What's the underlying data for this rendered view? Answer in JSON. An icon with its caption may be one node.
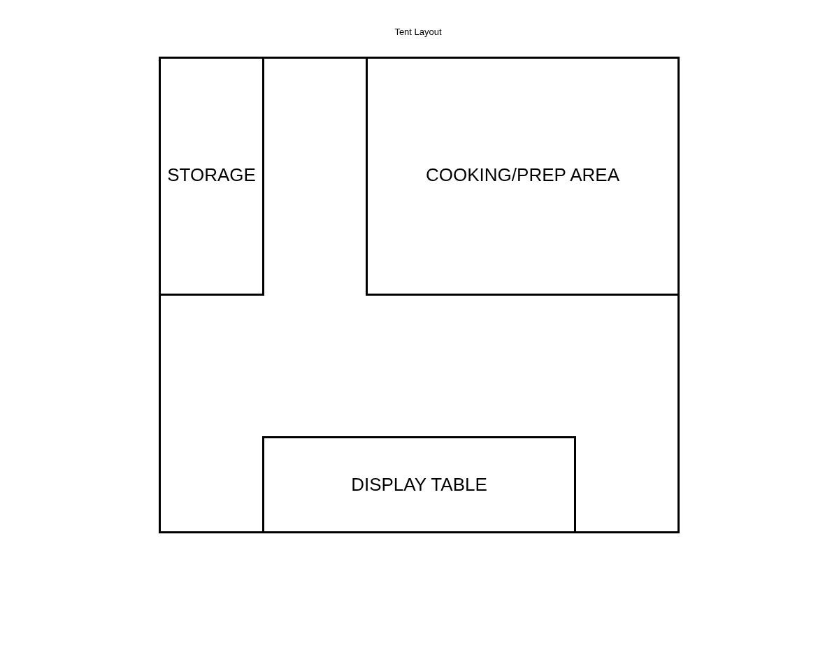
{
  "diagram": {
    "title": "Tent Layout",
    "nodes": [
      {
        "text": [],
        "shape": "box"
      },
      {
        "text": [
          "STORAGE"
        ],
        "in": 0
      },
      {
        "text": [
          "COOKING/PREP AREA"
        ],
        "in": 0
      },
      {
        "text": [
          "DISPLAY TABLE"
        ],
        "in": 0
      }
    ]
  }
}
